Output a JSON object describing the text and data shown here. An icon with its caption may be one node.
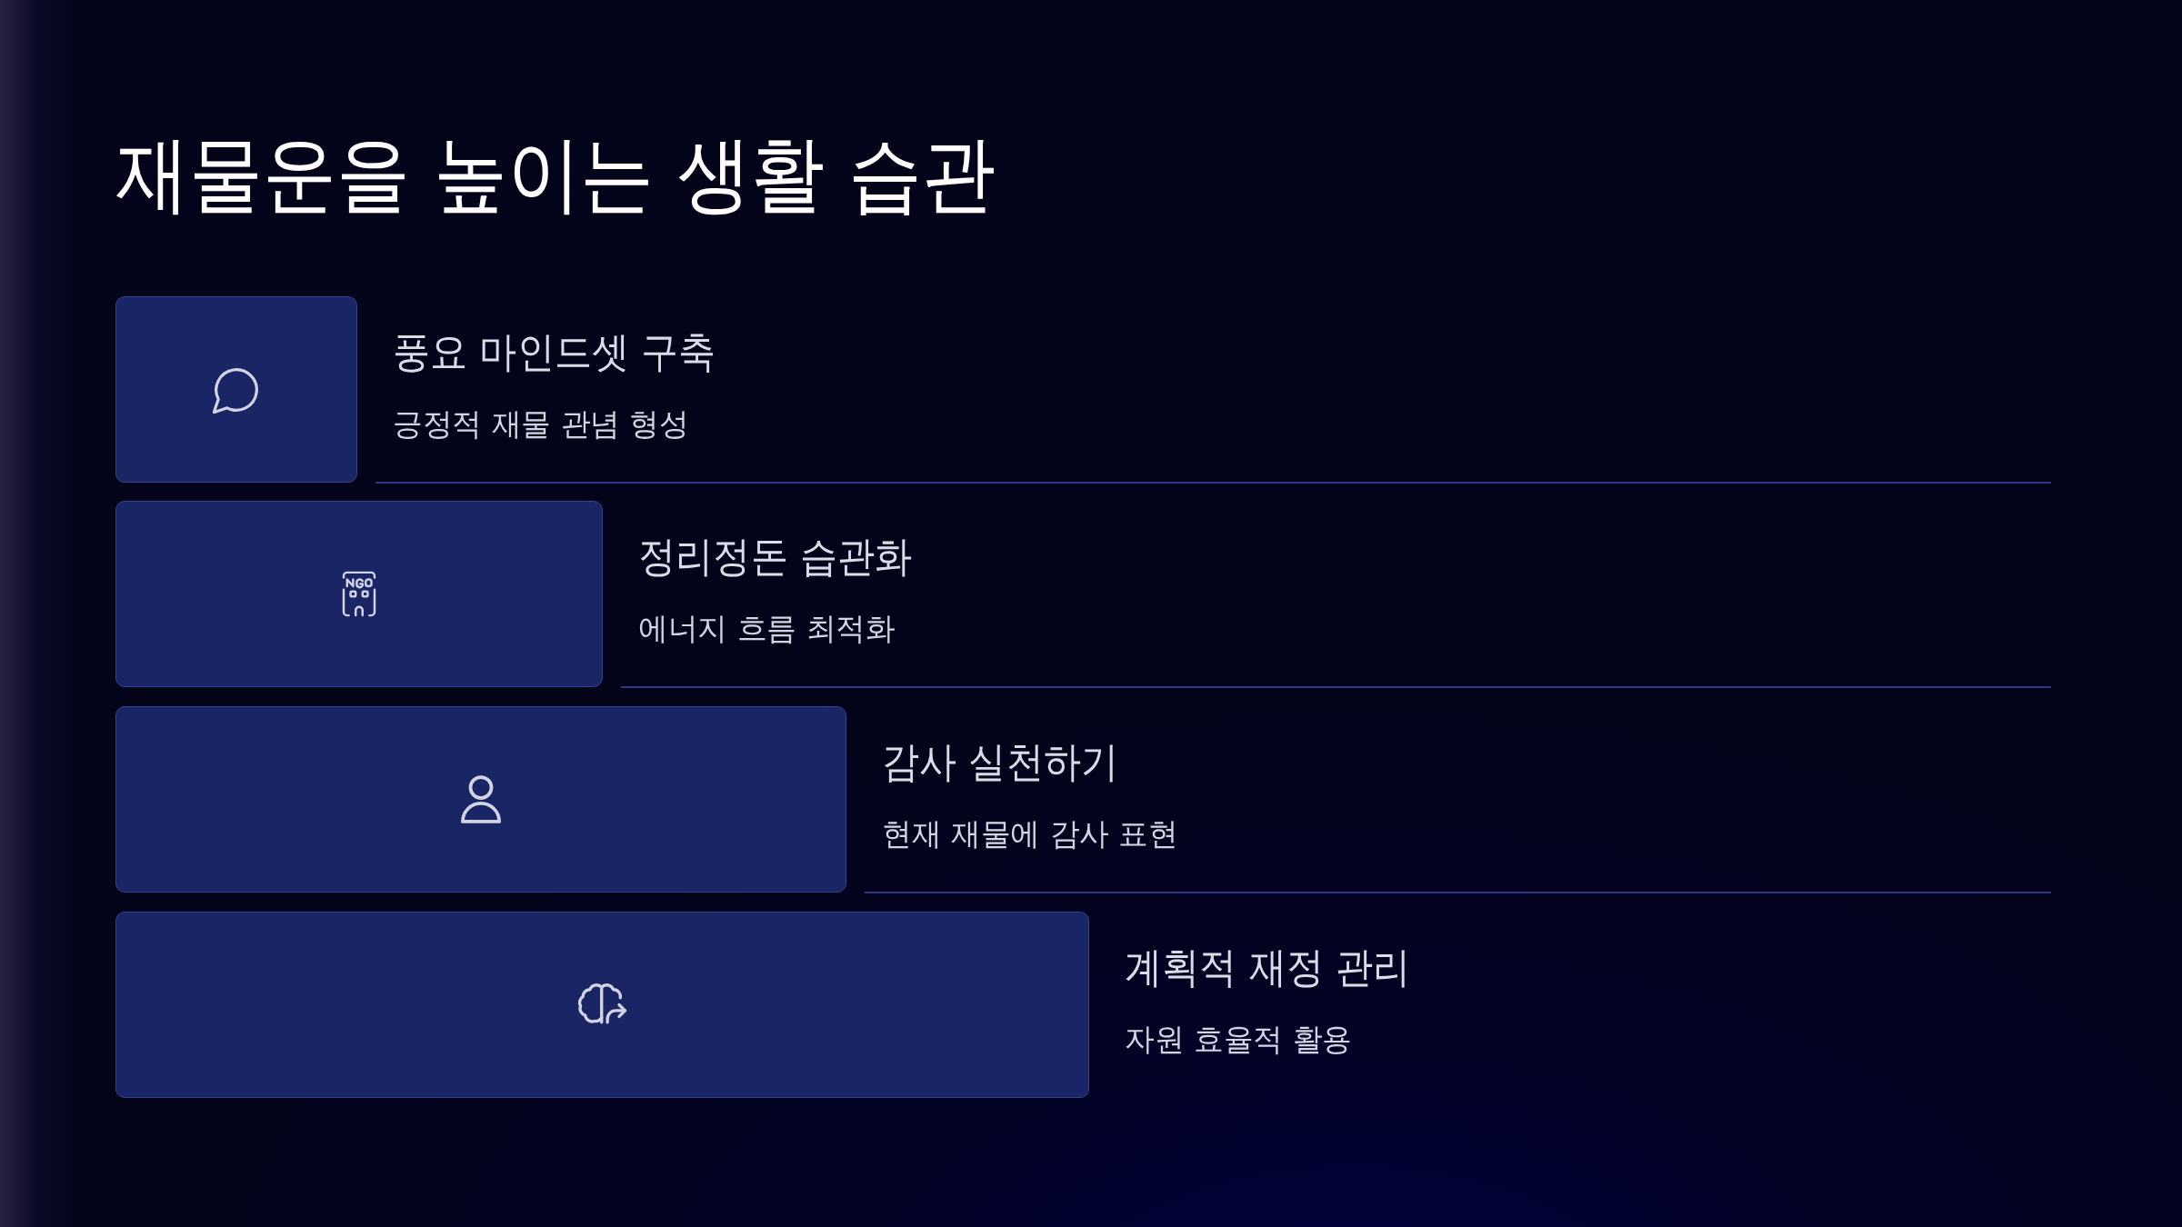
{
  "diagram": {
    "title": "재물운을 높이는 생활 습관",
    "nodes": [
      {
        "text": [
          "풍요 마인드셋 구축",
          "긍정적 재물 관념 형성"
        ]
      },
      {
        "text": [
          "정리정돈 습관화",
          "에너지 흐름 최적화"
        ]
      },
      {
        "text": [
          "감사 실천하기",
          "현재 재물에 감사 표현"
        ]
      },
      {
        "text": [
          "계획적 재정 관리",
          "자원 효율적 활용"
        ]
      }
    ]
  }
}
